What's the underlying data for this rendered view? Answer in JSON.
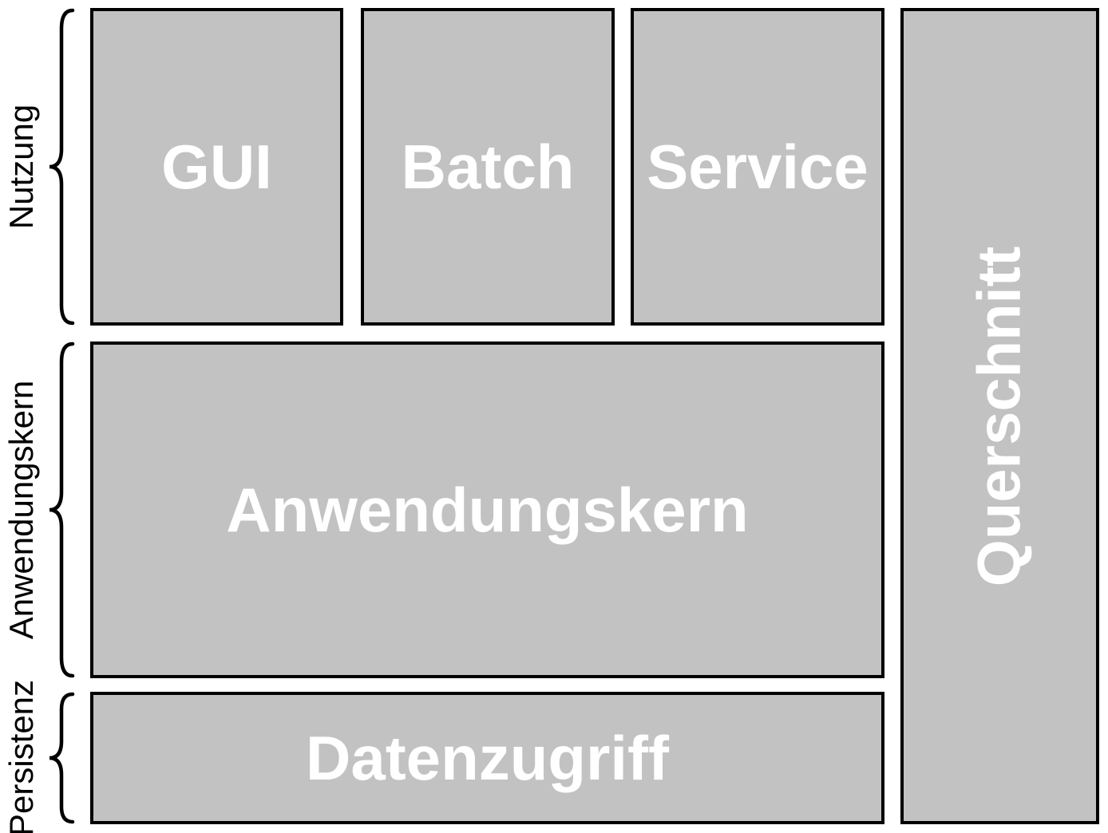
{
  "diagram": {
    "boxes": {
      "gui": {
        "label": "GUI"
      },
      "batch": {
        "label": "Batch"
      },
      "service": {
        "label": "Service"
      },
      "anwendungskern": {
        "label": "Anwendungskern"
      },
      "datenzugriff": {
        "label": "Datenzugriff"
      },
      "querschnitt": {
        "label": "Querschnitt"
      }
    },
    "side_labels": {
      "nutzung": {
        "label": "Nutzung"
      },
      "anwendungskern": {
        "label": "Anwendungskern"
      },
      "persistenz": {
        "label": "Persistenz"
      }
    },
    "colors": {
      "box_fill": "#c2c2c2",
      "box_border": "#000000",
      "box_label": "#ffffff",
      "side_label": "#000000",
      "background": "#ffffff"
    }
  }
}
